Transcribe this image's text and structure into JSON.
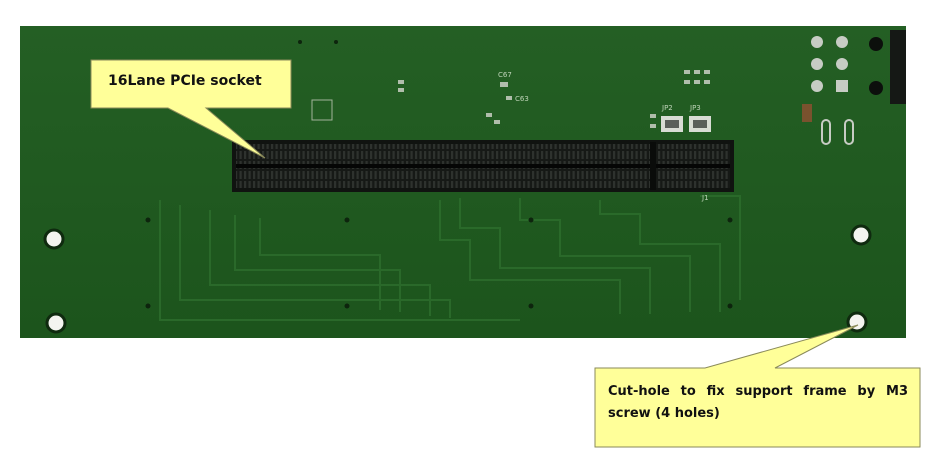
{
  "callouts": {
    "socket_label": "16Lane PCIe socket",
    "holes_label": "Cut-hole to fix support frame by M3 screw (4 holes)"
  },
  "board": {
    "silkscreen": {
      "c67": "C67",
      "c63": "C63",
      "jp2": "JP2",
      "jp3": "JP3",
      "j1": "J1"
    }
  },
  "colors": {
    "pcb": "#1f5a1f",
    "pcb_dark": "#184a18",
    "trace": "#2a6a2a",
    "socket": "#121512",
    "callout_fill": "#ffff99",
    "callout_stroke": "#8a8a5a"
  }
}
